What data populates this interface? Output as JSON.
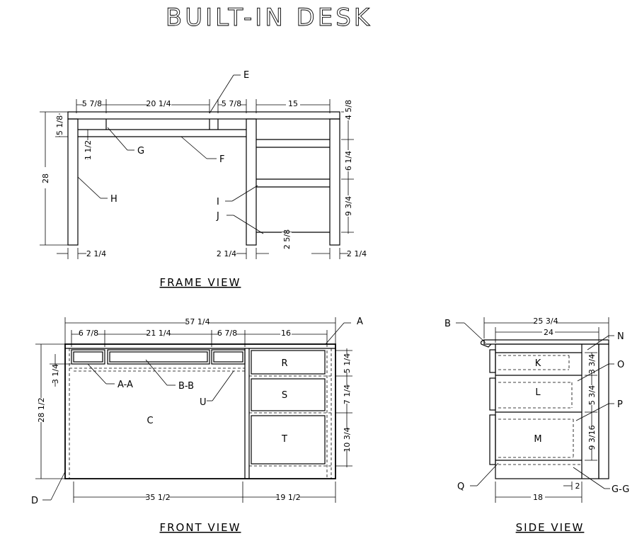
{
  "title": "BUILT-IN DESK",
  "views": {
    "frame": "FRAME VIEW",
    "front": "FRONT VIEW",
    "side": "SIDE VIEW"
  },
  "frame_view": {
    "labels": {
      "E": "E",
      "F": "F",
      "G": "G",
      "H": "H",
      "I": "I",
      "J": "J"
    },
    "dims": {
      "top_left": "5 7/8",
      "top_mid": "20 1/4",
      "top_right_small": "5 7/8",
      "top_drawer": "15",
      "right_top": "4 5/8",
      "left_apron": "5 1/8",
      "left_height": "28",
      "gap": "1 1/2",
      "right_mid": "6 1/4",
      "right_low": "9 3/4",
      "bottom_rail": "2 5/8",
      "bottom_left": "2 1/4",
      "bottom_mid": "2 1/4",
      "bottom_right": "2 1/4"
    }
  },
  "front_view": {
    "labels": {
      "A": "A",
      "AA": "A-A",
      "BB": "B-B",
      "U": "U",
      "C": "C",
      "D": "D",
      "R": "R",
      "S": "S",
      "T": "T"
    },
    "dims": {
      "overall": "57 1/4",
      "d1": "6 7/8",
      "d2": "21 1/4",
      "d3": "6 7/8",
      "d4": "16",
      "height": "28 1/2",
      "apron": "3 1/4",
      "r1": "5 1/4",
      "r2": "7 1/4",
      "r3": "10 3/4",
      "bottom_left": "35 1/2",
      "bottom_right": "19 1/2"
    }
  },
  "side_view": {
    "labels": {
      "B": "B",
      "K": "K",
      "L": "L",
      "M": "M",
      "N": "N",
      "O": "O",
      "P": "P",
      "Q": "Q",
      "GG": "G-G"
    },
    "dims": {
      "overall": "25 3/4",
      "inner": "24",
      "k": "3 3/4",
      "l": "5 3/4",
      "m": "9 3/16",
      "depth": "18",
      "offset": "2"
    }
  },
  "colors": {
    "ink": "#000000",
    "paper": "#ffffff"
  }
}
